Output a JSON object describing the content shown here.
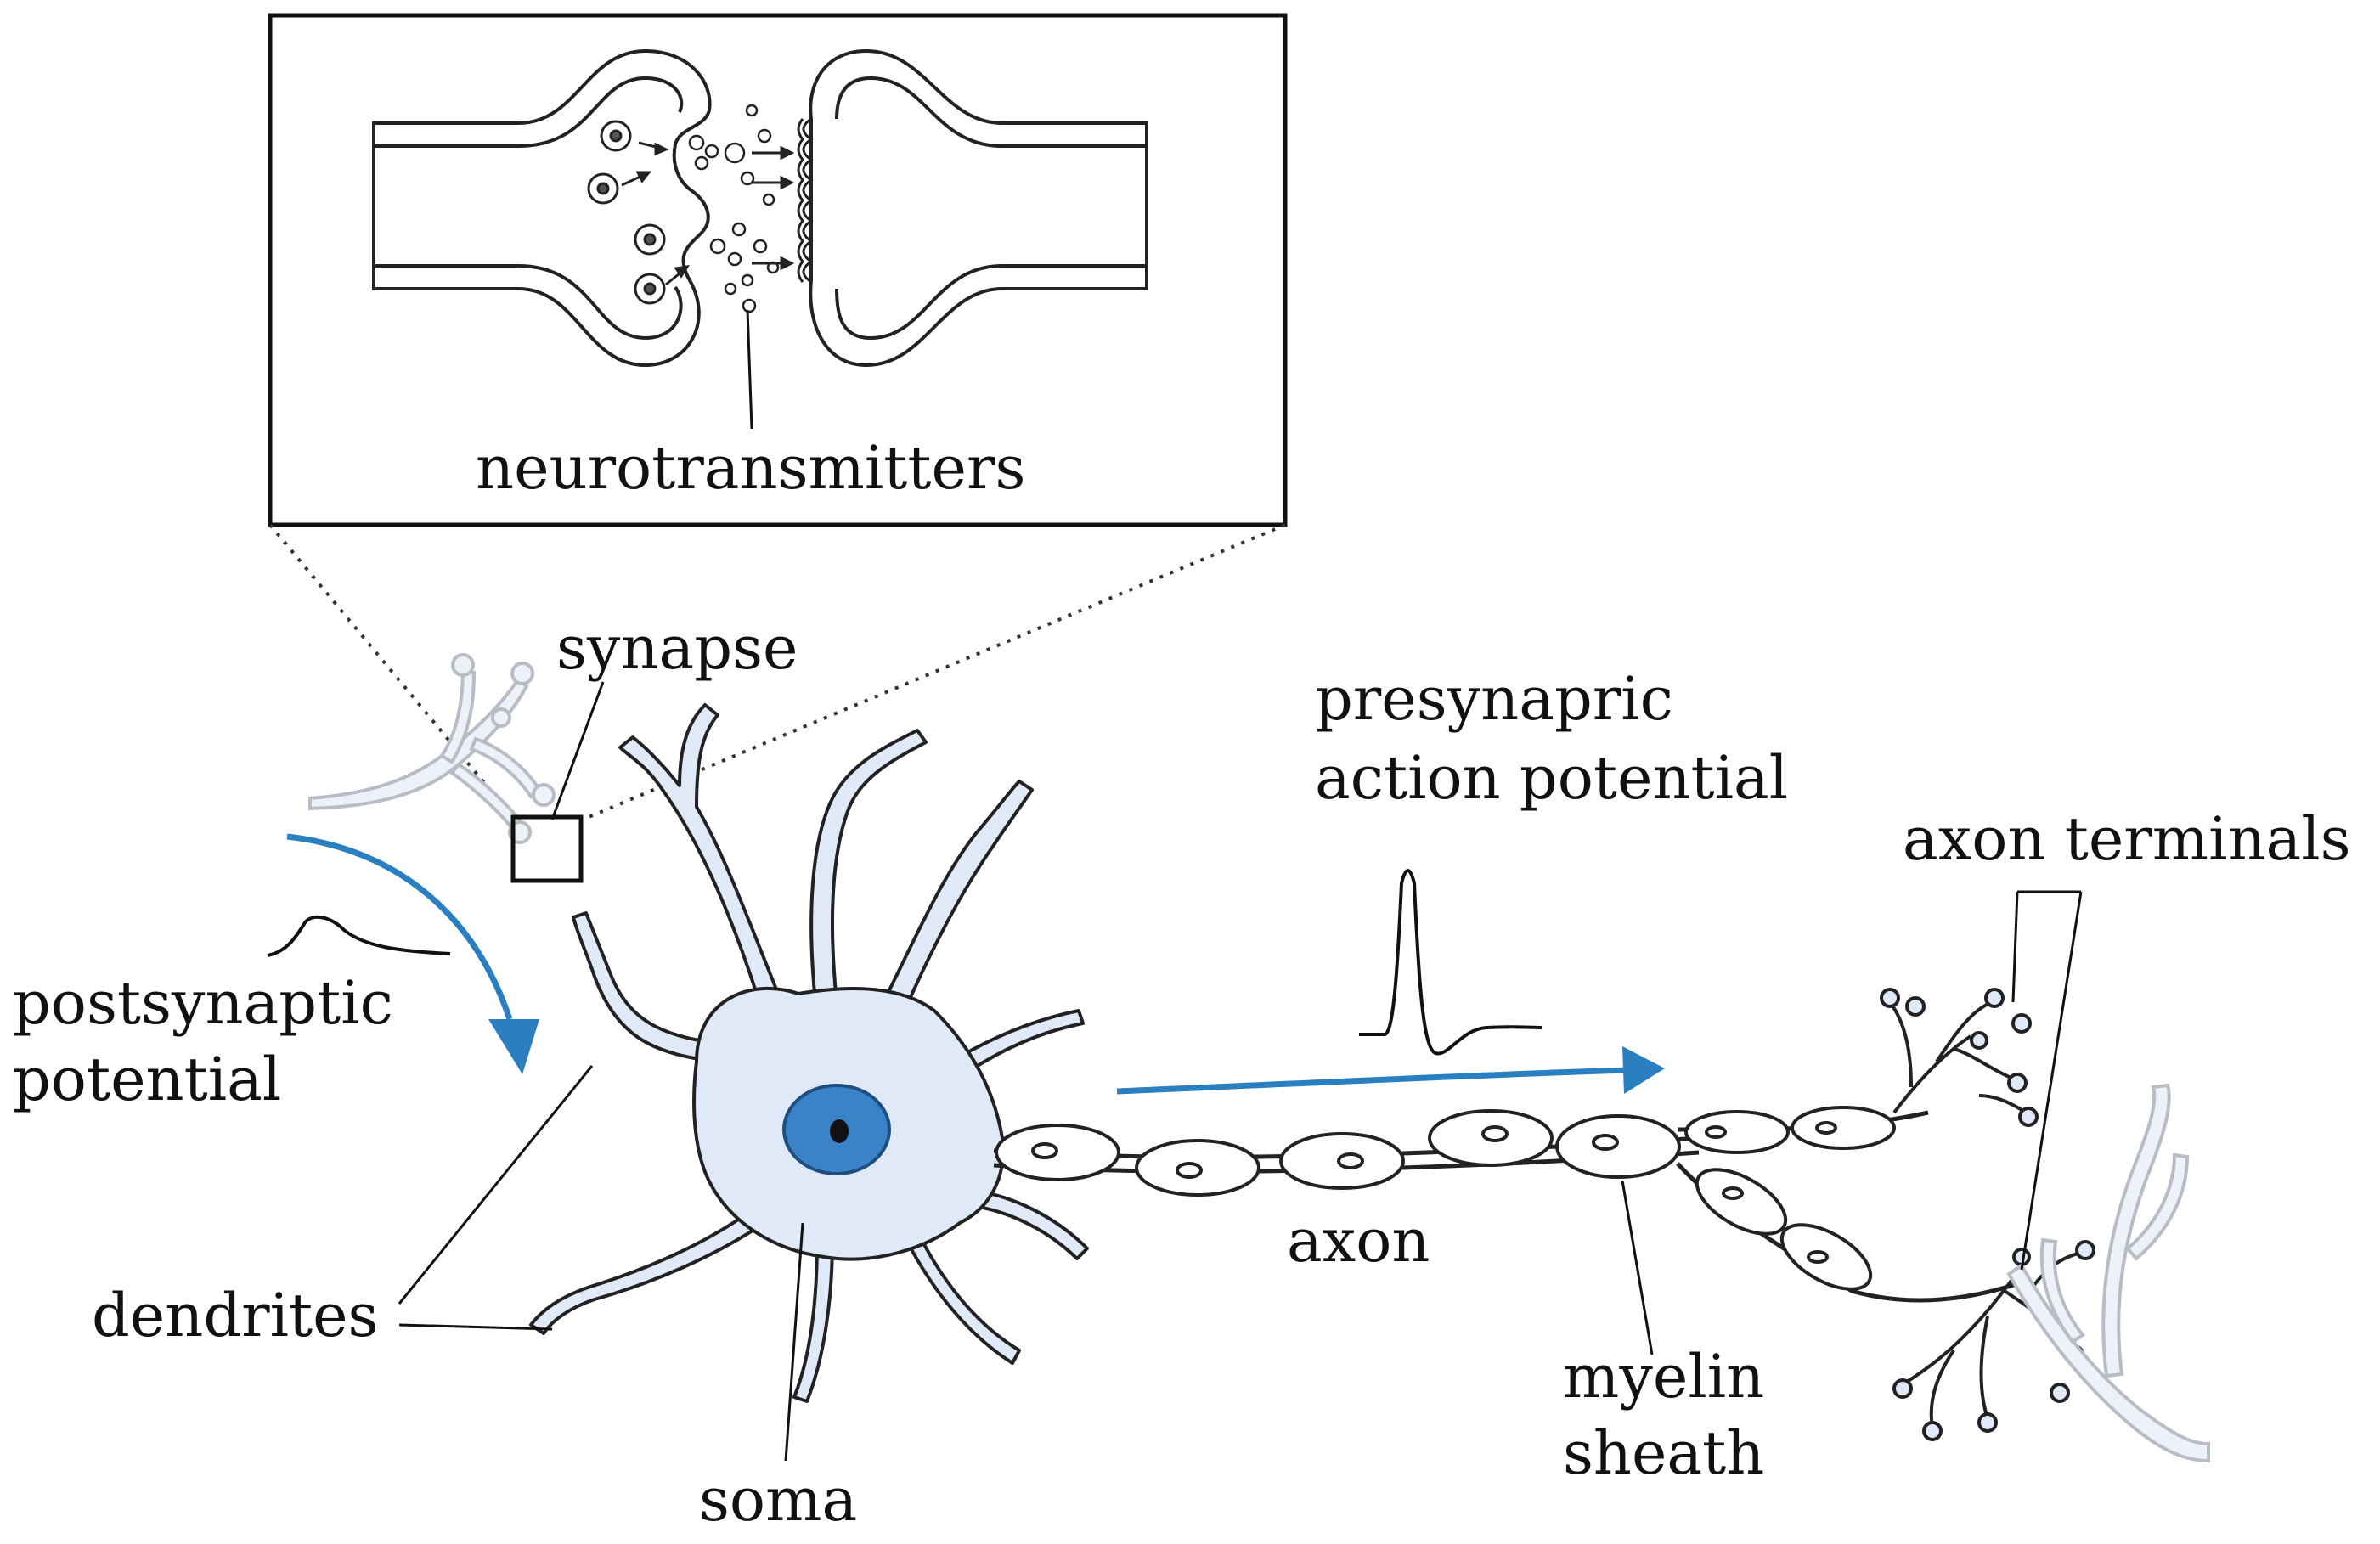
{
  "labels": {
    "neurotransmitters": "neurotransmitters",
    "synapse": "synapse",
    "presynaptic_line1": "presynapric",
    "presynaptic_line2": "action potential",
    "axon_terminals": "axon terminals",
    "postsynaptic_line1": "postsynaptic",
    "postsynaptic_line2": "potential",
    "dendrites": "dendrites",
    "soma": "soma",
    "axon": "axon",
    "myelin_line1": "myelin",
    "myelin_line2": "sheath"
  },
  "colors": {
    "cell_fill": "#dfe9f8",
    "nucleus": "#3b83c8",
    "arrow": "#2a7fc1",
    "outline": "#222222",
    "ghost_neuron": "#b8bcc4"
  }
}
